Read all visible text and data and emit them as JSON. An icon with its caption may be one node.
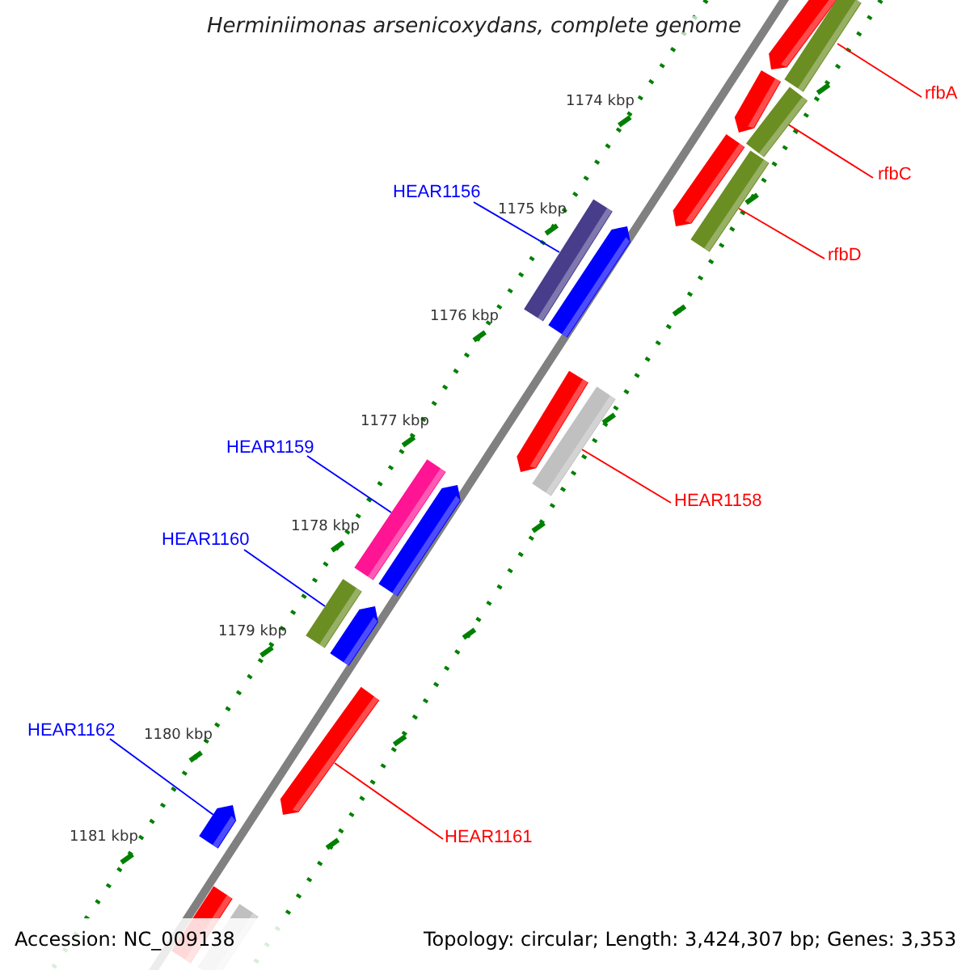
{
  "diagram": {
    "title": "Herminiimonas arsenicoxydans, complete genome",
    "nodes": [
      {
        "text": [
          "rfbA"
        ]
      },
      {
        "text": [],
        "shape": "bar"
      },
      {
        "text": [
          "rfbC"
        ]
      },
      {
        "text": [],
        "shape": "bar"
      },
      {
        "text": [
          "HEAR1156"
        ]
      },
      {
        "text": [],
        "shape": "bar"
      },
      {
        "text": [
          "rfbD"
        ]
      },
      {
        "text": [],
        "shape": "bar"
      },
      {
        "text": [
          "HEAR1159"
        ]
      },
      {
        "text": [],
        "shape": "bar"
      },
      {
        "text": [
          "HEAR1158"
        ]
      },
      {
        "text": [],
        "shape": "bar"
      },
      {
        "text": [
          "HEAR1160"
        ]
      },
      {
        "text": [],
        "shape": "bar"
      },
      {
        "text": [
          "HEAR1162"
        ]
      },
      {
        "text": [],
        "shape": "bar"
      },
      {
        "text": [
          "HEAR1161"
        ]
      },
      {
        "text": [],
        "shape": "bar"
      }
    ],
    "edges": [
      {
        "from": 0,
        "to": 1,
        "arrow": "none"
      },
      {
        "from": 2,
        "to": 3,
        "arrow": "none"
      },
      {
        "from": 4,
        "to": 5,
        "arrow": "none",
        "color": "#0000ff"
      },
      {
        "from": 6,
        "to": 7,
        "arrow": "none"
      },
      {
        "from": 8,
        "to": 9,
        "arrow": "none",
        "color": "#0000ff"
      },
      {
        "from": 10,
        "to": 11,
        "arrow": "none"
      },
      {
        "from": 12,
        "to": 13,
        "arrow": "none",
        "color": "#0000ff"
      },
      {
        "from": 14,
        "to": 15,
        "arrow": "none",
        "color": "#0000ff"
      },
      {
        "from": 16,
        "to": 17,
        "arrow": "none"
      }
    ],
    "labels": [
      "1174 kbp",
      "1175 kbp",
      "1176 kbp",
      "1177 kbp",
      "1178 kbp",
      "1179 kbp",
      "1180 kbp",
      "1181 kbp",
      "Accession: NC_009138",
      "Topology: circular; Length: 3,424,307 bp; Genes: 3,353"
    ]
  }
}
